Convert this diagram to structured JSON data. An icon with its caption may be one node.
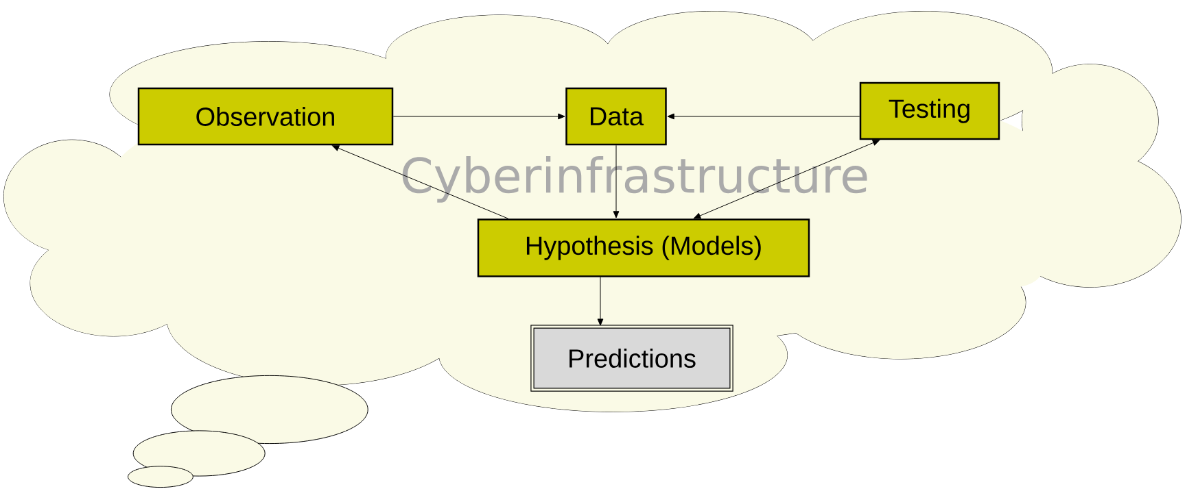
{
  "diagram": {
    "nodes": [
      {
        "text": [
          "Cyberinfrastructure"
        ]
      },
      {
        "text": [
          "Observation"
        ],
        "in": 0
      },
      {
        "text": [
          "Data"
        ],
        "in": 0
      },
      {
        "text": [
          "Testing"
        ],
        "in": 0
      },
      {
        "text": [
          "Hypothesis (Models)"
        ],
        "in": 0
      },
      {
        "text": [
          "Predictions"
        ],
        "in": 0
      }
    ],
    "edges": [
      {
        "from": 1,
        "to": 2,
        "arrow": "to"
      },
      {
        "from": 3,
        "to": 2,
        "arrow": "to"
      },
      {
        "from": 2,
        "to": 4,
        "arrow": "to"
      },
      {
        "from": 4,
        "to": 1,
        "arrow": "to"
      },
      {
        "from": 4,
        "to": 3,
        "arrow": "both"
      },
      {
        "from": 4,
        "to": 5,
        "arrow": "to"
      }
    ]
  }
}
